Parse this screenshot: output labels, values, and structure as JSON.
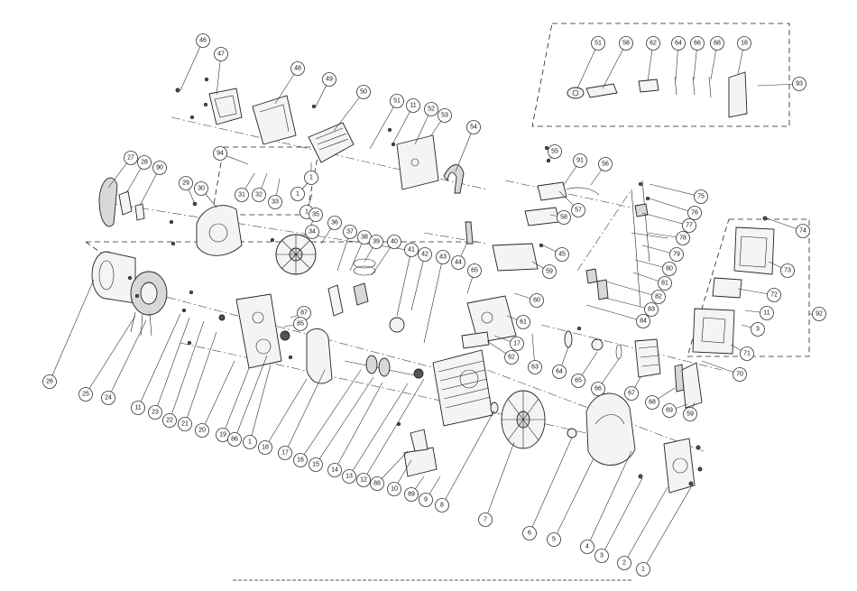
{
  "title": "",
  "callouts": [
    {
      "id": "46",
      "label": "46"
    },
    {
      "id": "47",
      "label": "47"
    },
    {
      "id": "48",
      "label": "48"
    },
    {
      "id": "49",
      "label": "49"
    },
    {
      "id": "50",
      "label": "50"
    },
    {
      "id": "51",
      "label": "51"
    },
    {
      "id": "11a",
      "label": "11"
    },
    {
      "id": "52",
      "label": "52"
    },
    {
      "id": "53",
      "label": "53"
    },
    {
      "id": "54",
      "label": "54"
    },
    {
      "id": "55",
      "label": "55"
    },
    {
      "id": "91",
      "label": "91"
    },
    {
      "id": "56",
      "label": "56"
    },
    {
      "id": "57",
      "label": "57"
    },
    {
      "id": "58",
      "label": "58"
    },
    {
      "id": "59",
      "label": "59"
    },
    {
      "id": "60",
      "label": "60"
    },
    {
      "id": "45",
      "label": "45"
    },
    {
      "id": "44",
      "label": "44"
    },
    {
      "id": "65",
      "label": "65"
    },
    {
      "id": "61",
      "label": "61"
    },
    {
      "id": "17a",
      "label": "17"
    },
    {
      "id": "62a",
      "label": "62"
    },
    {
      "id": "63",
      "label": "63"
    },
    {
      "id": "64",
      "label": "64"
    },
    {
      "id": "65b",
      "label": "65"
    },
    {
      "id": "66",
      "label": "66"
    },
    {
      "id": "67",
      "label": "67"
    },
    {
      "id": "68",
      "label": "68"
    },
    {
      "id": "69",
      "label": "69"
    },
    {
      "id": "59b",
      "label": "59"
    },
    {
      "id": "70",
      "label": "70"
    },
    {
      "id": "71",
      "label": "71"
    },
    {
      "id": "3a",
      "label": "3"
    },
    {
      "id": "11b",
      "label": "11"
    },
    {
      "id": "72",
      "label": "72"
    },
    {
      "id": "73",
      "label": "73"
    },
    {
      "id": "74",
      "label": "74"
    },
    {
      "id": "92",
      "label": "92"
    },
    {
      "id": "75",
      "label": "75"
    },
    {
      "id": "76",
      "label": "76"
    },
    {
      "id": "77",
      "label": "77"
    },
    {
      "id": "78",
      "label": "78"
    },
    {
      "id": "79",
      "label": "79"
    },
    {
      "id": "80",
      "label": "80"
    },
    {
      "id": "81",
      "label": "81"
    },
    {
      "id": "82",
      "label": "82"
    },
    {
      "id": "83",
      "label": "83"
    },
    {
      "id": "84",
      "label": "84"
    },
    {
      "id": "93",
      "label": "93"
    },
    {
      "id": "51b",
      "label": "51"
    },
    {
      "id": "58b",
      "label": "58"
    },
    {
      "id": "62b",
      "label": "62"
    },
    {
      "id": "64b",
      "label": "64"
    },
    {
      "id": "66b",
      "label": "66"
    },
    {
      "id": "68b",
      "label": "68"
    },
    {
      "id": "18b",
      "label": "18"
    },
    {
      "id": "94",
      "label": "94"
    },
    {
      "id": "31",
      "label": "31"
    },
    {
      "id": "32",
      "label": "32"
    },
    {
      "id": "33",
      "label": "33"
    },
    {
      "id": "1a",
      "label": "1"
    },
    {
      "id": "1b",
      "label": "1"
    },
    {
      "id": "1c",
      "label": "1"
    },
    {
      "id": "27",
      "label": "27"
    },
    {
      "id": "28",
      "label": "28"
    },
    {
      "id": "90",
      "label": "90"
    },
    {
      "id": "29",
      "label": "29"
    },
    {
      "id": "30",
      "label": "30"
    },
    {
      "id": "34",
      "label": "34"
    },
    {
      "id": "35",
      "label": "35"
    },
    {
      "id": "36",
      "label": "36"
    },
    {
      "id": "37",
      "label": "37"
    },
    {
      "id": "38",
      "label": "38"
    },
    {
      "id": "39",
      "label": "39"
    },
    {
      "id": "40",
      "label": "40"
    },
    {
      "id": "41",
      "label": "41"
    },
    {
      "id": "42",
      "label": "42"
    },
    {
      "id": "43",
      "label": "43"
    },
    {
      "id": "87",
      "label": "87"
    },
    {
      "id": "85",
      "label": "85"
    },
    {
      "id": "26",
      "label": "26"
    },
    {
      "id": "25",
      "label": "25"
    },
    {
      "id": "24",
      "label": "24"
    },
    {
      "id": "11c",
      "label": "11"
    },
    {
      "id": "23",
      "label": "23"
    },
    {
      "id": "22",
      "label": "22"
    },
    {
      "id": "21",
      "label": "21"
    },
    {
      "id": "20",
      "label": "20"
    },
    {
      "id": "19",
      "label": "19"
    },
    {
      "id": "86",
      "label": "86"
    },
    {
      "id": "1d",
      "label": "1"
    },
    {
      "id": "18",
      "label": "18"
    },
    {
      "id": "17",
      "label": "17"
    },
    {
      "id": "16",
      "label": "16"
    },
    {
      "id": "15",
      "label": "15"
    },
    {
      "id": "14",
      "label": "14"
    },
    {
      "id": "13",
      "label": "13"
    },
    {
      "id": "12",
      "label": "12"
    },
    {
      "id": "88",
      "label": "88"
    },
    {
      "id": "10",
      "label": "10"
    },
    {
      "id": "89",
      "label": "89"
    },
    {
      "id": "9",
      "label": "9"
    },
    {
      "id": "8",
      "label": "8"
    },
    {
      "id": "7",
      "label": "7"
    },
    {
      "id": "6",
      "label": "6"
    },
    {
      "id": "5",
      "label": "5"
    },
    {
      "id": "4",
      "label": "4"
    },
    {
      "id": "3",
      "label": "3"
    },
    {
      "id": "2",
      "label": "2"
    },
    {
      "id": "1",
      "label": "1"
    }
  ]
}
